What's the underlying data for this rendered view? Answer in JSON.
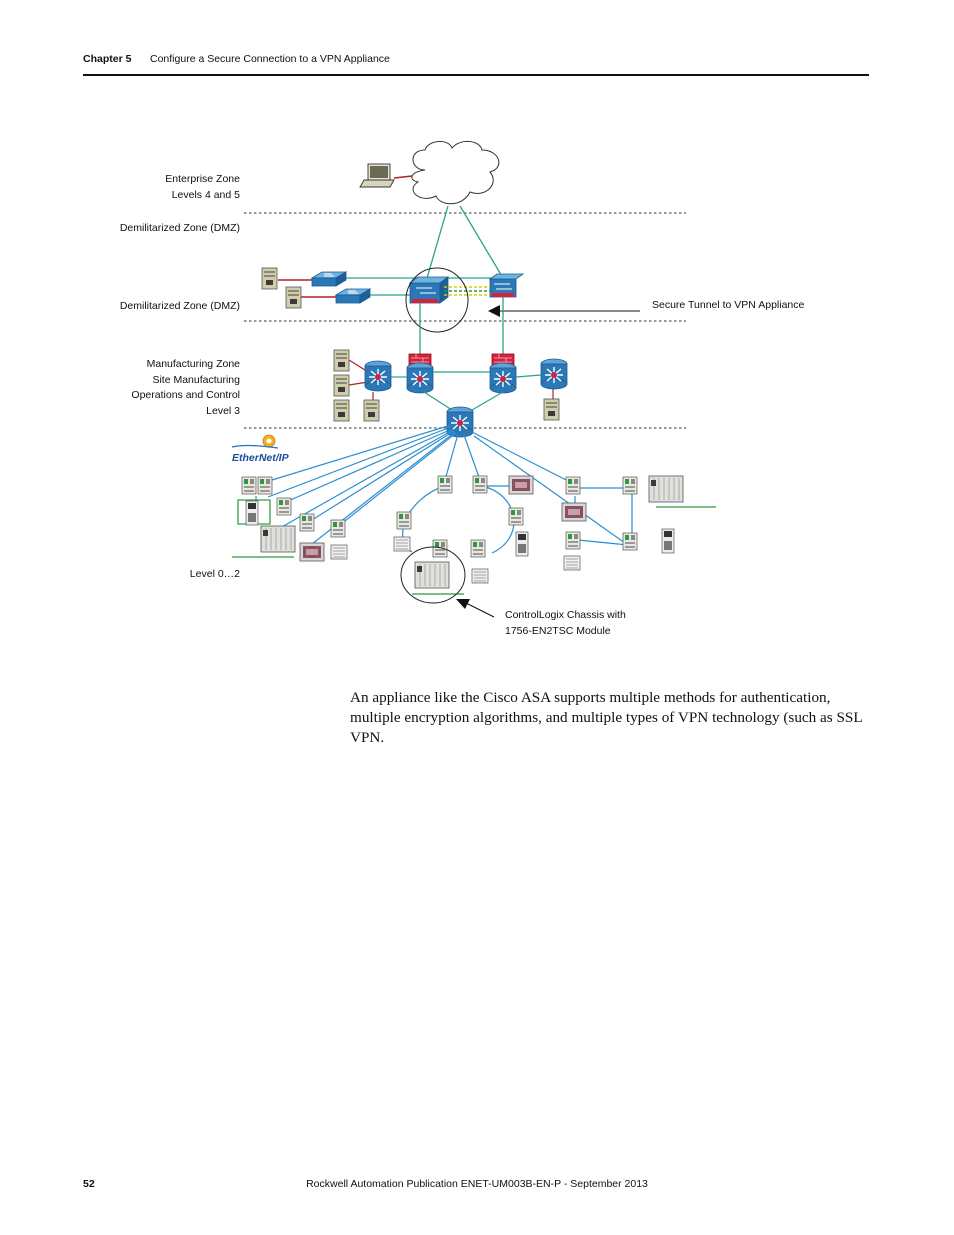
{
  "header": {
    "chapter": "Chapter 5",
    "title": "Configure a Secure Connection to a VPN Appliance"
  },
  "diagram": {
    "zones": {
      "enterprise_line1": "Enterprise Zone",
      "enterprise_line2": "Levels 4 and 5",
      "dmz_top": "Demilitarized Zone (DMZ)",
      "dmz_bottom": "Demilitarized Zone (DMZ)",
      "mfg_line1": "Manufacturing Zone",
      "mfg_line2": "Site Manufacturing",
      "mfg_line3": "Operations and Control",
      "mfg_line4": "Level 3",
      "level02": "Level 0…2"
    },
    "callouts": {
      "tunnel": "Secure Tunnel to VPN Appliance",
      "controllogix_line1": "ControlLogix Chassis with",
      "controllogix_line2": "1756-EN2TSC Module"
    },
    "logo_text": "EtherNet/IP",
    "colors": {
      "cisco_blue": "#2a78b8",
      "firewall_red": "#d6213a",
      "server_tan": "#c9c7a8",
      "link_teal": "#2aa38a",
      "link_blue": "#2b8fcf",
      "link_red": "#b0202a",
      "device_green": "#2a9a3a"
    }
  },
  "body": {
    "paragraph": "An appliance like the Cisco ASA supports multiple methods for authentication, multiple encryption algorithms, and multiple types of VPN technology (such as SSL VPN."
  },
  "footer": {
    "page_number": "52",
    "publication": "Rockwell Automation Publication ENET-UM003B-EN-P - September 2013"
  }
}
